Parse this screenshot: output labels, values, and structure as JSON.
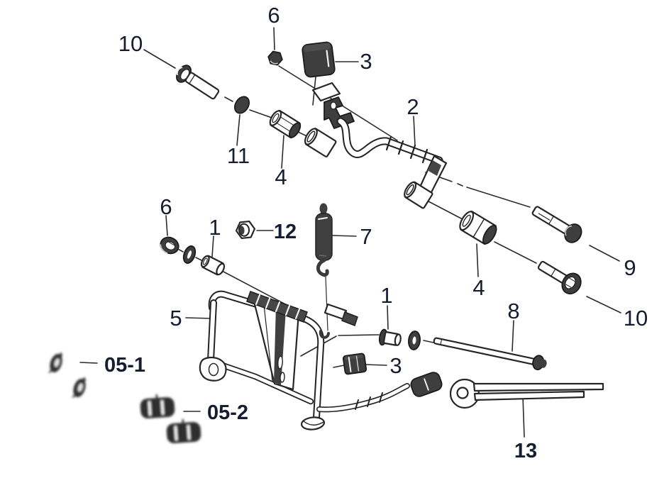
{
  "diagram": {
    "type": "exploded-parts-diagram",
    "subject": "center-stand-assembly",
    "palette": {
      "background": "#ffffff",
      "line": "#2b2b2b",
      "label": "#161d30",
      "part_dark": "#3e3e3e",
      "part_light": "#ffffff"
    },
    "callouts": [
      {
        "id": "callout-6-top",
        "text": "6"
      },
      {
        "id": "callout-10-top",
        "text": "10"
      },
      {
        "id": "callout-3-top",
        "text": "3"
      },
      {
        "id": "callout-2",
        "text": "2"
      },
      {
        "id": "callout-11",
        "text": "11"
      },
      {
        "id": "callout-4-top",
        "text": "4"
      },
      {
        "id": "callout-6-mid",
        "text": "6"
      },
      {
        "id": "callout-1-left",
        "text": "1"
      },
      {
        "id": "callout-12",
        "text": "12"
      },
      {
        "id": "callout-7",
        "text": "7"
      },
      {
        "id": "callout-4-right",
        "text": "4"
      },
      {
        "id": "callout-9",
        "text": "9"
      },
      {
        "id": "callout-10-bottom",
        "text": "10"
      },
      {
        "id": "callout-5",
        "text": "5"
      },
      {
        "id": "callout-1-right",
        "text": "1"
      },
      {
        "id": "callout-8",
        "text": "8"
      },
      {
        "id": "callout-3-bottom",
        "text": "3"
      },
      {
        "id": "callout-05-1",
        "text": "05-1"
      },
      {
        "id": "callout-05-2",
        "text": "05-2"
      },
      {
        "id": "callout-13",
        "text": "13"
      }
    ]
  }
}
